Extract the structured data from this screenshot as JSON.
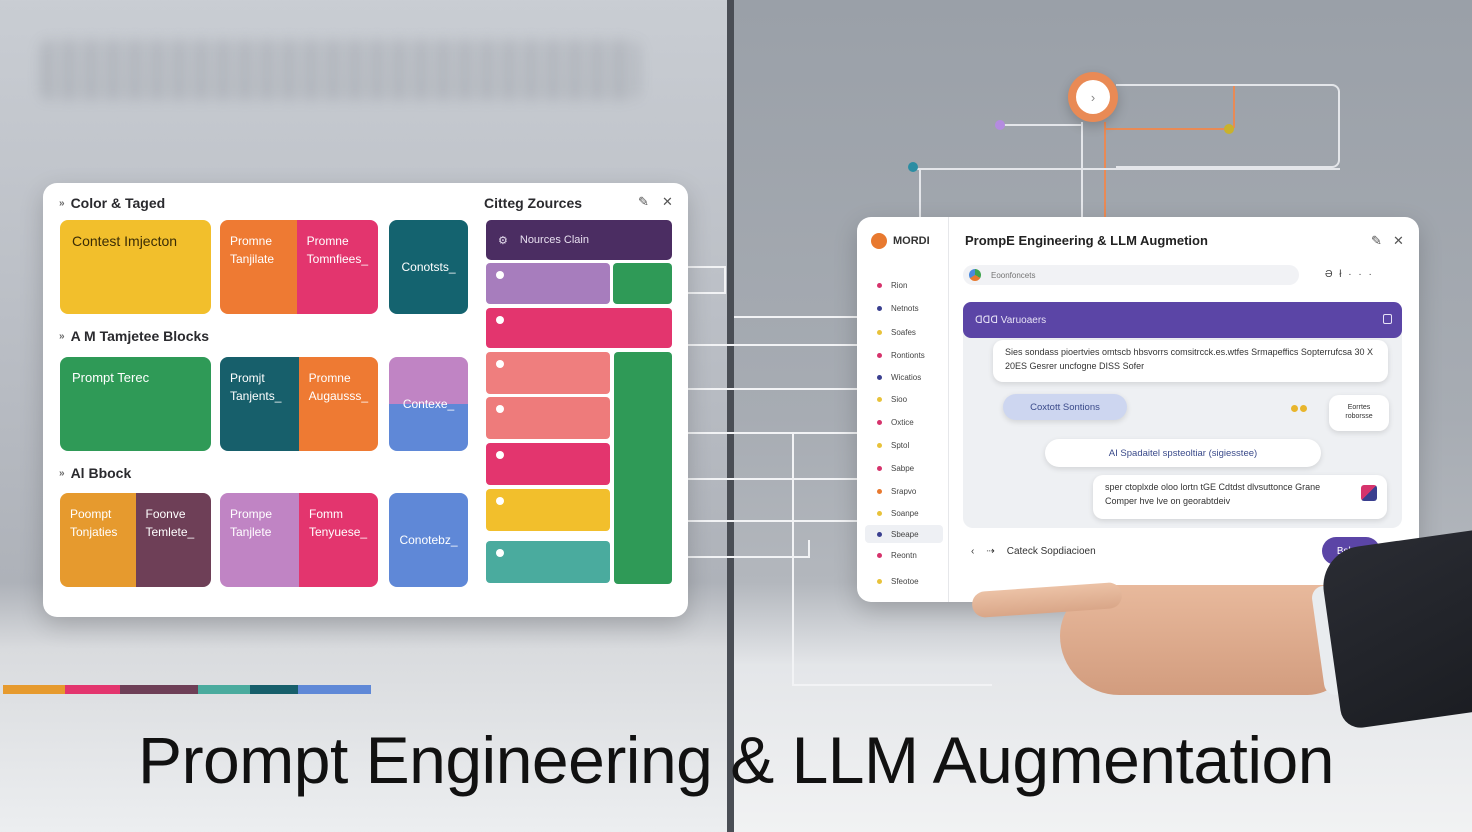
{
  "caption": "Prompt Engineering & LLM Augmentation",
  "left_panel": {
    "section1_title": "Color & Taged",
    "section2_title": "A M Tamjetee Blocks",
    "section3_title": "Al Bbock",
    "row1": [
      {
        "texts": [
          "Contest Imjecton"
        ],
        "colors": [
          "#f2bf2c"
        ]
      },
      {
        "texts": [
          "Promne Tanjilate",
          "Promne Tomnfiees_"
        ],
        "colors": [
          "#ee7a33",
          "#e3356e"
        ]
      },
      {
        "texts": [
          "Conotsts_"
        ],
        "colors": [
          "#14636f"
        ]
      }
    ],
    "row2": [
      {
        "texts": [
          "Prompt Terec"
        ],
        "colors": [
          "#2f9a57"
        ]
      },
      {
        "texts": [
          "Promjt Tanjents_",
          "Promne Augausss_"
        ],
        "colors": [
          "#175f6b",
          "#ee7a33"
        ]
      },
      {
        "texts": [
          "Contexe_"
        ],
        "colors": [
          "#c084c4",
          "#5f88d7"
        ]
      }
    ],
    "row3": [
      {
        "texts": [
          "Poompt Tonjaties",
          "Foonve Temlete_"
        ],
        "colors": [
          "#e69a2e",
          "#6e3f57"
        ]
      },
      {
        "texts": [
          "Prompe Tanjlete",
          "Fomm Tenyuese_"
        ],
        "colors": [
          "#c084c4",
          "#e3356e"
        ]
      },
      {
        "texts": [
          "Conotebz_"
        ],
        "colors": [
          "#5f88d7"
        ]
      }
    ],
    "sources_title": "Citteg Zources",
    "sources_header": "Nources Clain",
    "source_bar_colors": [
      "#a77dbd",
      "#2f9a57",
      "#e3356e",
      "#ef7e7e",
      "#ee7b7b",
      "#e3356e",
      "#f2bf2c",
      "#4aab9e",
      "#2f9a57"
    ],
    "edit_icon": "pencil-icon",
    "close_icon": "close-icon"
  },
  "right_panel": {
    "brand": "MORDI",
    "title": "PrompE Engineering & LLM Augmetion",
    "search_placeholder": "Eoonfoncets",
    "toolbar_extra": "Ə ł · · ·",
    "nav": [
      {
        "label": "Rion",
        "color": "#d6336c"
      },
      {
        "label": "Netnots",
        "color": "#3a3f8f"
      },
      {
        "label": "Soafes",
        "color": "#e8c23a"
      },
      {
        "label": "Rontionts",
        "color": "#d6336c"
      },
      {
        "label": "Wicatios",
        "color": "#3a3f8f"
      },
      {
        "label": "Sioo",
        "color": "#e8c23a"
      },
      {
        "label": "Oxtice",
        "color": "#d6336c"
      },
      {
        "label": "Sptol",
        "color": "#e8c23a"
      },
      {
        "label": "Sabpe",
        "color": "#d6336c"
      },
      {
        "label": "Srapvo",
        "color": "#e8792f"
      },
      {
        "label": "Soanpe",
        "color": "#e8c23a"
      },
      {
        "label": "Sbeape",
        "color": "#3a3f8f"
      },
      {
        "label": "Reontn",
        "color": "#d6336c"
      },
      {
        "label": "Sfeotoe",
        "color": "#e8c23a"
      }
    ],
    "chat_header": "ᗡᗡᗡ Varuoaers",
    "message1": "Sies sondass pioertvies omtscb hbsvorrs comsitrcck.es.wtfes Srmapeffics Sopterrufcsa 30 X 20ES Gesrer uncfogne DISS Sofer",
    "pill1": "Coxtott Sontions",
    "side_card": "Eorrtes roborsse",
    "pill2": "AI Spadaitel spsteoltiar (sigiesstee)",
    "message2": "sper ctoplxde oloo lortn tGE Cdtdst dlvsuttonce Grane Comper hve lve on georabtdeiv",
    "composer_text": "Cateck Sopdiacioen",
    "send_label": "Bshoo"
  },
  "colors": {
    "purple": "#5b45a6",
    "orange": "#e98a55",
    "floor_strip": [
      "#e69a2e",
      "#e3356e",
      "#6e3f57",
      "#4aab9e",
      "#175f6b",
      "#5f88d7"
    ]
  }
}
